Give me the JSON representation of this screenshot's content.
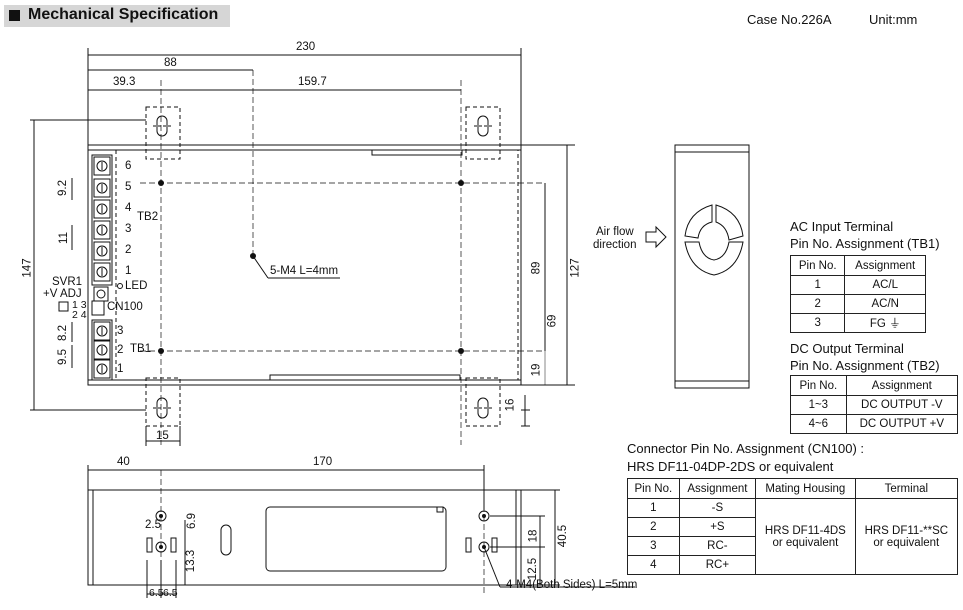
{
  "header": {
    "title": "Mechanical Specification",
    "case": "Case No.226A",
    "unit": "Unit:mm"
  },
  "top_view": {
    "dims": {
      "overall_width": "230",
      "to_center_hole": "88",
      "left_hole": "39.3",
      "hole_span": "159.7",
      "overall_height": "147",
      "tab_width": "15",
      "tab_offset": "16",
      "h_127": "127",
      "h_89": "89",
      "h_69": "69",
      "h_19": "19",
      "tb2_pitch": "9.2",
      "tb2_gap": "11",
      "tb1_gap": "8.2",
      "tb1_pitch": "9.5"
    },
    "tb2_pins": [
      "6",
      "5",
      "4",
      "3",
      "2",
      "1"
    ],
    "tb2_label": "TB2",
    "tb1_pins": [
      "3",
      "2",
      "1"
    ],
    "tb1_label": "TB1",
    "led": "LED",
    "svr_line1": "SVR1",
    "svr_line2": "+V ADJ",
    "cn_label": "CN100",
    "cn_pins_top": "1 3",
    "cn_pins_bottom": "2 4",
    "screw_note": "5-M4 L=4mm"
  },
  "side_view": {
    "airflow_line1": "Air flow",
    "airflow_line2": "direction"
  },
  "bottom_view": {
    "dims": {
      "left": "40",
      "span": "170",
      "d_2_5": "2.5",
      "d_6_9": "6.9",
      "d_13_3": "13.3",
      "d_6_5a": "6.5",
      "d_6_5b": "6.5",
      "d_18": "18",
      "d_40_5": "40.5",
      "d_12_5": "12.5"
    },
    "screw_note": "4-M4(Both Sides) L=5mm"
  },
  "ac_table": {
    "title1": "AC Input Terminal",
    "title2": "Pin No.  Assignment (TB1)",
    "headers": [
      "Pin No.",
      "Assignment"
    ],
    "rows": [
      [
        "1",
        "AC/L"
      ],
      [
        "2",
        "AC/N"
      ],
      [
        "3",
        "FG"
      ]
    ]
  },
  "dc_table": {
    "title1": "DC Output Terminal",
    "title2": "Pin No.  Assignment (TB2)",
    "headers": [
      "Pin No.",
      "Assignment"
    ],
    "rows": [
      [
        "1~3",
        "DC OUTPUT -V"
      ],
      [
        "4~6",
        "DC OUTPUT +V"
      ]
    ]
  },
  "cn_table": {
    "title1": "Connector Pin No. Assignment (CN100) :",
    "title2": "HRS DF11-04DP-2DS or equivalent",
    "headers": [
      "Pin No.",
      "Assignment",
      "Mating Housing",
      "Terminal"
    ],
    "rows": [
      [
        "1",
        "-S"
      ],
      [
        "2",
        "+S"
      ],
      [
        "3",
        "RC-"
      ],
      [
        "4",
        "RC+"
      ]
    ],
    "mating_line1": "HRS DF11-4DS",
    "mating_line2": "or equivalent",
    "terminal_line1": "HRS DF11-**SC",
    "terminal_line2": "or equivalent"
  }
}
